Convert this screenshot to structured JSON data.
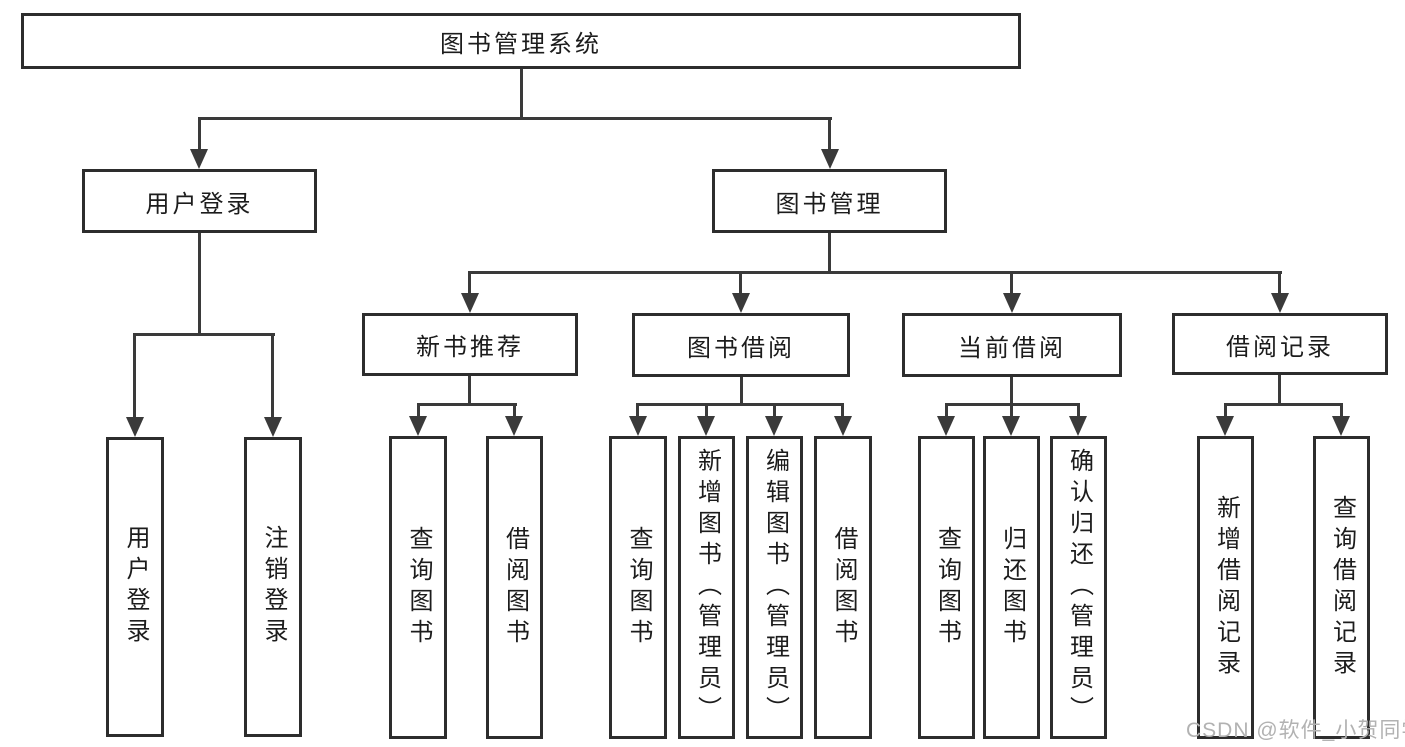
{
  "tree": {
    "root": "图书管理系统",
    "branches": [
      {
        "label": "用户登录",
        "children": [
          "用户登录",
          "注销登录"
        ]
      },
      {
        "label": "图书管理",
        "groups": [
          {
            "label": "新书推荐",
            "children": [
              "查询图书",
              "借阅图书"
            ]
          },
          {
            "label": "图书借阅",
            "children": [
              "查询图书",
              "新增图书（管理员）",
              "编辑图书（管理员）",
              "借阅图书"
            ]
          },
          {
            "label": "当前借阅",
            "children": [
              "查询图书",
              "归还图书",
              "确认归还（管理员）"
            ]
          },
          {
            "label": "借阅记录",
            "children": [
              "新增借阅记录",
              "查询借阅记录"
            ]
          }
        ]
      }
    ]
  },
  "watermark": {
    "text": "CSDN @软件_小贺同学"
  },
  "colors": {
    "box_border": "#2d2d2d",
    "connector_line": "#3a3a3a",
    "text": "#1c1c1c",
    "watermark": "#b2b2b2",
    "background": "#ffffff"
  }
}
